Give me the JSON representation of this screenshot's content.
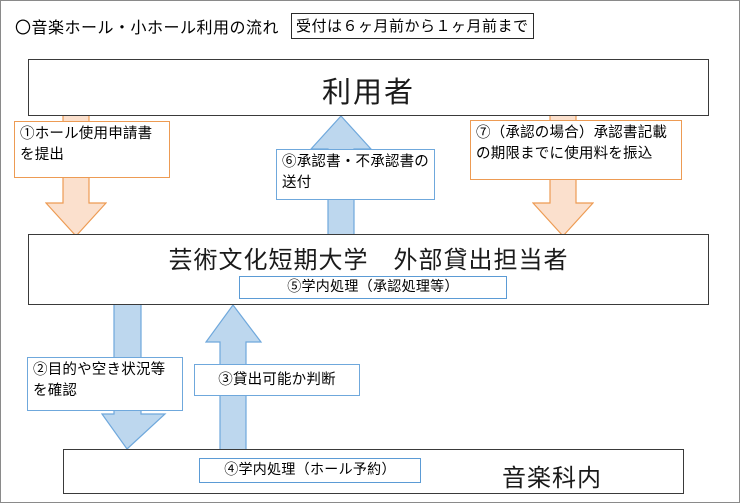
{
  "header": {
    "title": "〇音楽ホール・小ホール利用の流れ",
    "note": "受付は６ヶ月前から１ヶ月前まで"
  },
  "lanes": {
    "user": {
      "label": "利用者"
    },
    "college": {
      "label": "芸術文化短期大学　外部貸出担当者",
      "sub_step": "⑤学内処理（承認処理等）"
    },
    "music": {
      "label": "音楽科内",
      "sub_step": "④学内処理（ホール予約）"
    }
  },
  "steps": [
    {
      "id": "1",
      "text": "①ホール使用申請書を提出",
      "color": "orange",
      "direction": "down"
    },
    {
      "id": "2",
      "text": "②目的や空き状況等を確認",
      "color": "blue",
      "direction": "down"
    },
    {
      "id": "3",
      "text": "③貸出可能か判断",
      "color": "blue",
      "direction": "up"
    },
    {
      "id": "4",
      "text": "④学内処理（ホール予約）",
      "color": "blue",
      "direction": "none"
    },
    {
      "id": "5",
      "text": "⑤学内処理（承認処理等）",
      "color": "blue",
      "direction": "none"
    },
    {
      "id": "6",
      "text": "⑥承認書・不承認書の送付",
      "color": "blue",
      "direction": "up"
    },
    {
      "id": "7",
      "text": "⑦（承認の場合）承認書記載の期限までに使用料を振込",
      "color": "orange",
      "direction": "down"
    }
  ],
  "colors": {
    "orange_fill": "#FBE0CD",
    "orange_stroke": "#ED9B53",
    "blue_fill": "#BDD7EE",
    "blue_stroke": "#6FA8DC",
    "box_border": "#3A3A3A",
    "frame_border": "#8A8A8A",
    "text": "#000000"
  }
}
